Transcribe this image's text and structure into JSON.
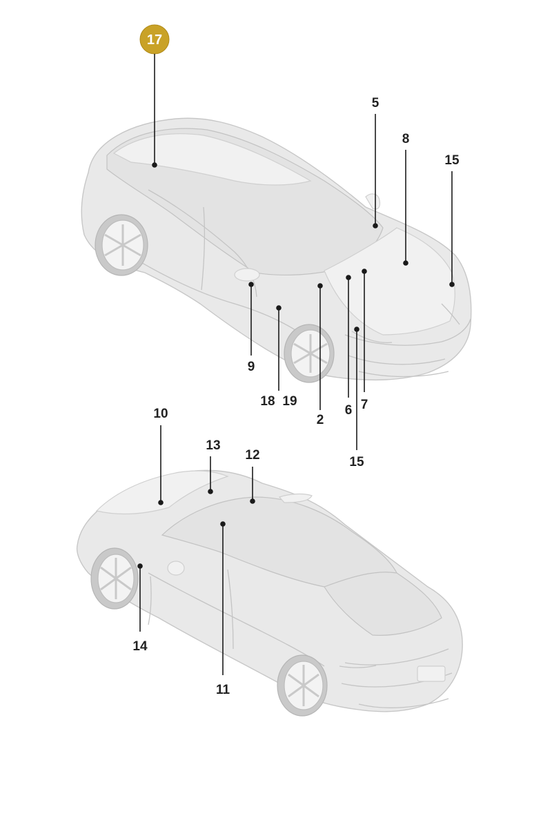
{
  "badge": {
    "label": "17",
    "color": "#c9a227"
  },
  "callouts": {
    "c17": "17",
    "c5": "5",
    "c8": "8",
    "c15_top": "15",
    "c9": "9",
    "c18": "18",
    "c19": "19",
    "c2": "2",
    "c6": "6",
    "c7": "7",
    "c15_bottom": "15",
    "c10": "10",
    "c13": "13",
    "c12": "12",
    "c14": "14",
    "c11": "11"
  },
  "colors": {
    "leader": "#1a1a1a",
    "car_body": "#e9e9e9",
    "badge": "#c9a227"
  }
}
